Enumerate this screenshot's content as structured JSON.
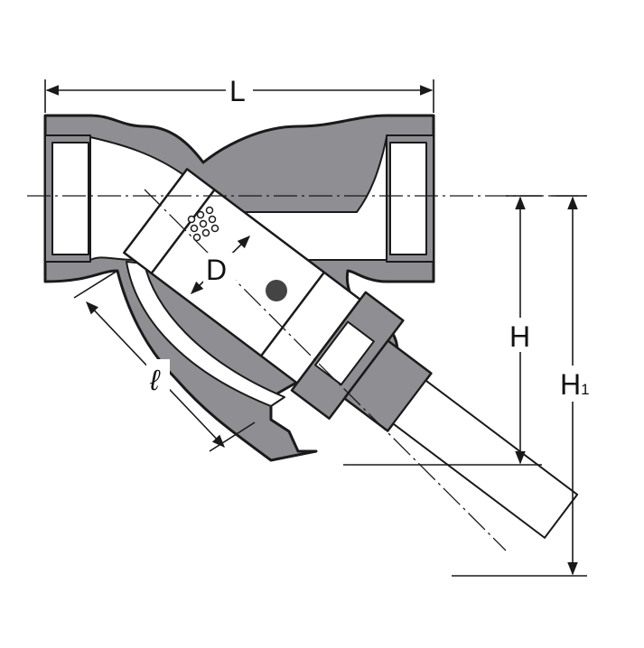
{
  "dimensions": {
    "length": "L",
    "height": "H",
    "height_total_main": "H",
    "height_total_sub": "1",
    "screen_diameter": "D",
    "screen_length": "ℓ"
  },
  "colors": {
    "body_fill": "#8e8e93",
    "body_stroke": "#1a1a1a",
    "screen_fill": "#ffffff",
    "dim_line": "#1a1a1a"
  }
}
